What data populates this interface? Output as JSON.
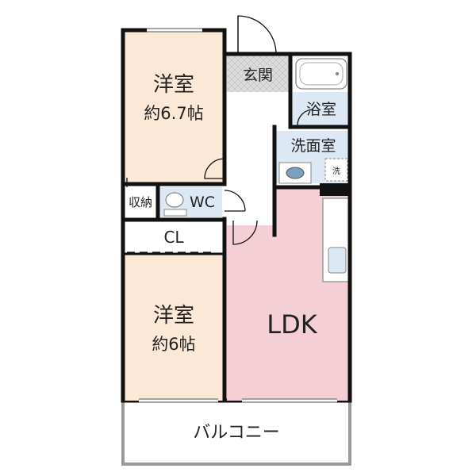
{
  "rooms": {
    "western_upper": {
      "name": "洋室",
      "size": "約6.7帖"
    },
    "western_lower": {
      "name": "洋室",
      "size": "約6帖"
    },
    "entrance": "玄関",
    "bath": "浴室",
    "washroom": "洗面室",
    "washer_mark": "洗",
    "storage": "収納",
    "toilet": "WC",
    "closet": "CL",
    "ldk": "LDK",
    "balcony": "バルコニー"
  },
  "colors": {
    "western": "#fbe8d6",
    "ldk": "#f4d0d6",
    "wet": "#dce9f5",
    "entrance_tile": "#dcdcdc",
    "wall": "#111111",
    "balcony_rail": "#999999",
    "fixture": "#7a9fc0"
  }
}
